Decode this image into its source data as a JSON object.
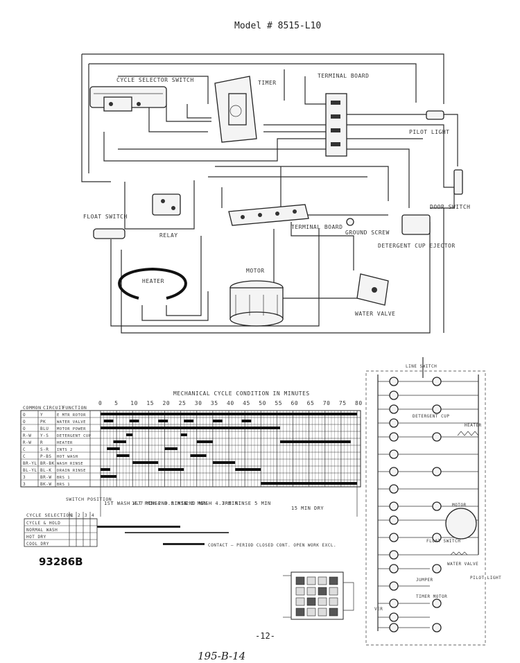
{
  "header": {
    "title": "Model # 8515-L10"
  },
  "wiring_labels": {
    "cycle_selector_switch": "CYCLE SELECTOR SWITCH",
    "timer": "TIMER",
    "terminal_board_top": "TERMINAL BOARD",
    "pilot_light": "PILOT LIGHT",
    "door_switch": "DOOR SWITCH",
    "float_switch": "FLOAT SWITCH",
    "relay": "RELAY",
    "terminal_board": "TERMINAL BOARD",
    "ground_screw": "GROUND SCREW",
    "detergent_cup_ejector": "DETERGENT CUP EJECTOR",
    "heater": "HEATER",
    "motor": "MOTOR",
    "water_valve": "WATER VALVE"
  },
  "timer_chart": {
    "scale_label": "MECHANICAL CYCLE CONDITION IN MINUTES",
    "ticks": [
      "0",
      "5",
      "10",
      "15",
      "20",
      "25",
      "30",
      "35",
      "40",
      "45",
      "50",
      "55",
      "60",
      "65",
      "70",
      "75",
      "80"
    ],
    "headers": [
      "COMMON",
      "CIRCUIT",
      "FUNCTION"
    ],
    "rows": [
      {
        "common": "O",
        "circuit": "Y",
        "function": "E MTR ROTOR"
      },
      {
        "common": "O",
        "circuit": "PK",
        "function": "WATER VALVE"
      },
      {
        "common": "O",
        "circuit": "BLU",
        "function": "MOTOR POWER"
      },
      {
        "common": "R-W",
        "circuit": "Y-S",
        "function": "DETERGENT CUP"
      },
      {
        "common": "R-W",
        "circuit": "R",
        "function": "HEATER"
      },
      {
        "common": "C",
        "circuit": "S-R",
        "function": "INTS 2"
      },
      {
        "common": "C",
        "circuit": "P-BS",
        "function": "HOT WASH"
      },
      {
        "common": "BR-YL",
        "circuit": "BR-BK",
        "function": "WASH RINSE"
      },
      {
        "common": "BL-YL",
        "circuit": "BL-K",
        "function": "DRAIN RINSE"
      },
      {
        "common": "3",
        "circuit": "BR-W",
        "function": "BRS 1"
      },
      {
        "common": "3",
        "circuit": "BK-W",
        "function": "BRS 1"
      }
    ],
    "phases": [
      "1ST WASH 4.7 MIN",
      "1ST RINSE 8.5 MIN",
      "2ND RINSE 5 MIN",
      "2ND WASH 4.7 MIN",
      "3RD RINSE 5 MIN",
      "15 MIN DRY"
    ],
    "legend": "CONTACT — PERIOD CLOSED   CONT. OPEN   WORK EXCL."
  },
  "switch_table": {
    "title": "SWITCH POSITION",
    "header": "CYCLE SELECTION",
    "cols": [
      "1",
      "2",
      "3",
      "4"
    ],
    "rows": [
      "CYCLE & HOLD",
      "NORMAL WASH",
      "HOT DRY",
      "COOL DRY"
    ]
  },
  "schematic_labels": {
    "power": "LINE SWITCH",
    "detergent": "DETERGENT CUP",
    "heater": "HEATER",
    "motor": "MOTOR",
    "float": "FLOAT SWITCH",
    "water_valve": "WATER VALVE",
    "pilot": "PILOT LIGHT",
    "timer_motor": "TIMER MOTOR",
    "jumper": "JUMPER",
    "ver": "VER"
  },
  "footer": {
    "doc_number": "93286B",
    "page": "-12-",
    "handwritten": "195-B-14"
  }
}
